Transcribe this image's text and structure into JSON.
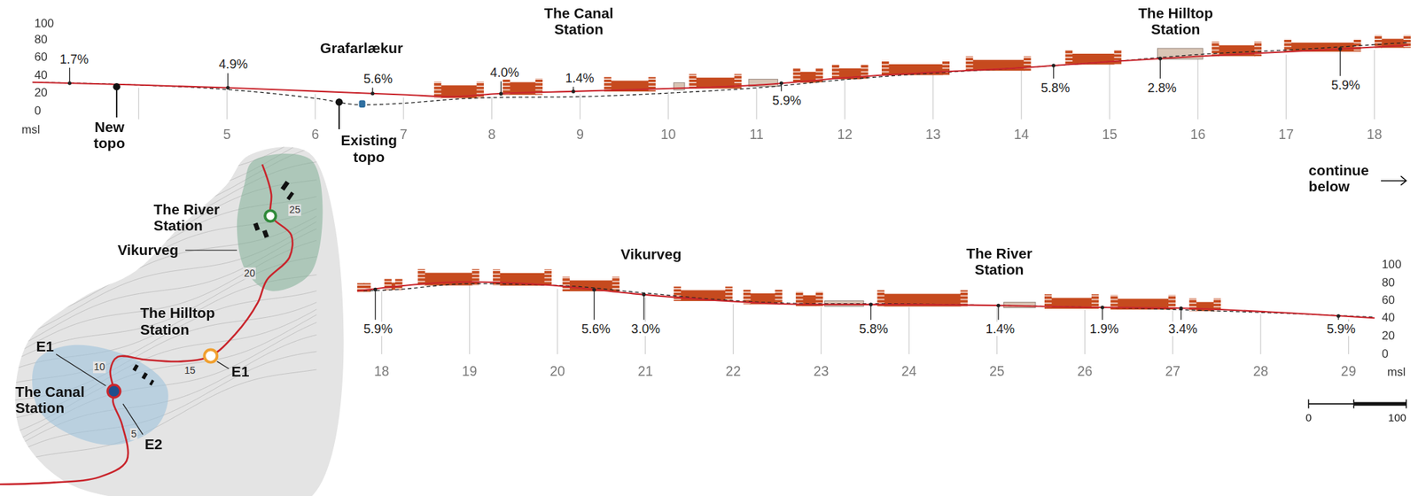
{
  "diagram": {
    "labels": [
      "The Canal Station",
      "The Hilltop Station",
      "Grafarlækur",
      "1.7%",
      "4.9%",
      "5.6%",
      "4.0%",
      "1.4%",
      "5.9%",
      "5.8%",
      "2.8%",
      "5.9%",
      "New topo",
      "Existing topo",
      "100",
      "80",
      "60",
      "40",
      "20",
      "0",
      "msl",
      "5",
      "6",
      "7",
      "8",
      "9",
      "10",
      "11",
      "12",
      "13",
      "14",
      "15",
      "16",
      "17",
      "18",
      "continue below",
      "The River Station",
      "Vikurveg",
      "The Hilltop Station",
      "E1",
      "E1",
      "The Canal Station",
      "E2",
      "25",
      "20",
      "15",
      "10",
      "5",
      "Vikurveg",
      "The River Station",
      "5.9%",
      "5.6%",
      "3.0%",
      "5.8%",
      "1.4%",
      "1.9%",
      "3.4%",
      "5.9%",
      "18",
      "19",
      "20",
      "21",
      "22",
      "23",
      "24",
      "25",
      "26",
      "27",
      "28",
      "29",
      "100",
      "80",
      "60",
      "40",
      "20",
      "0",
      "msl",
      "0",
      "100"
    ]
  }
}
